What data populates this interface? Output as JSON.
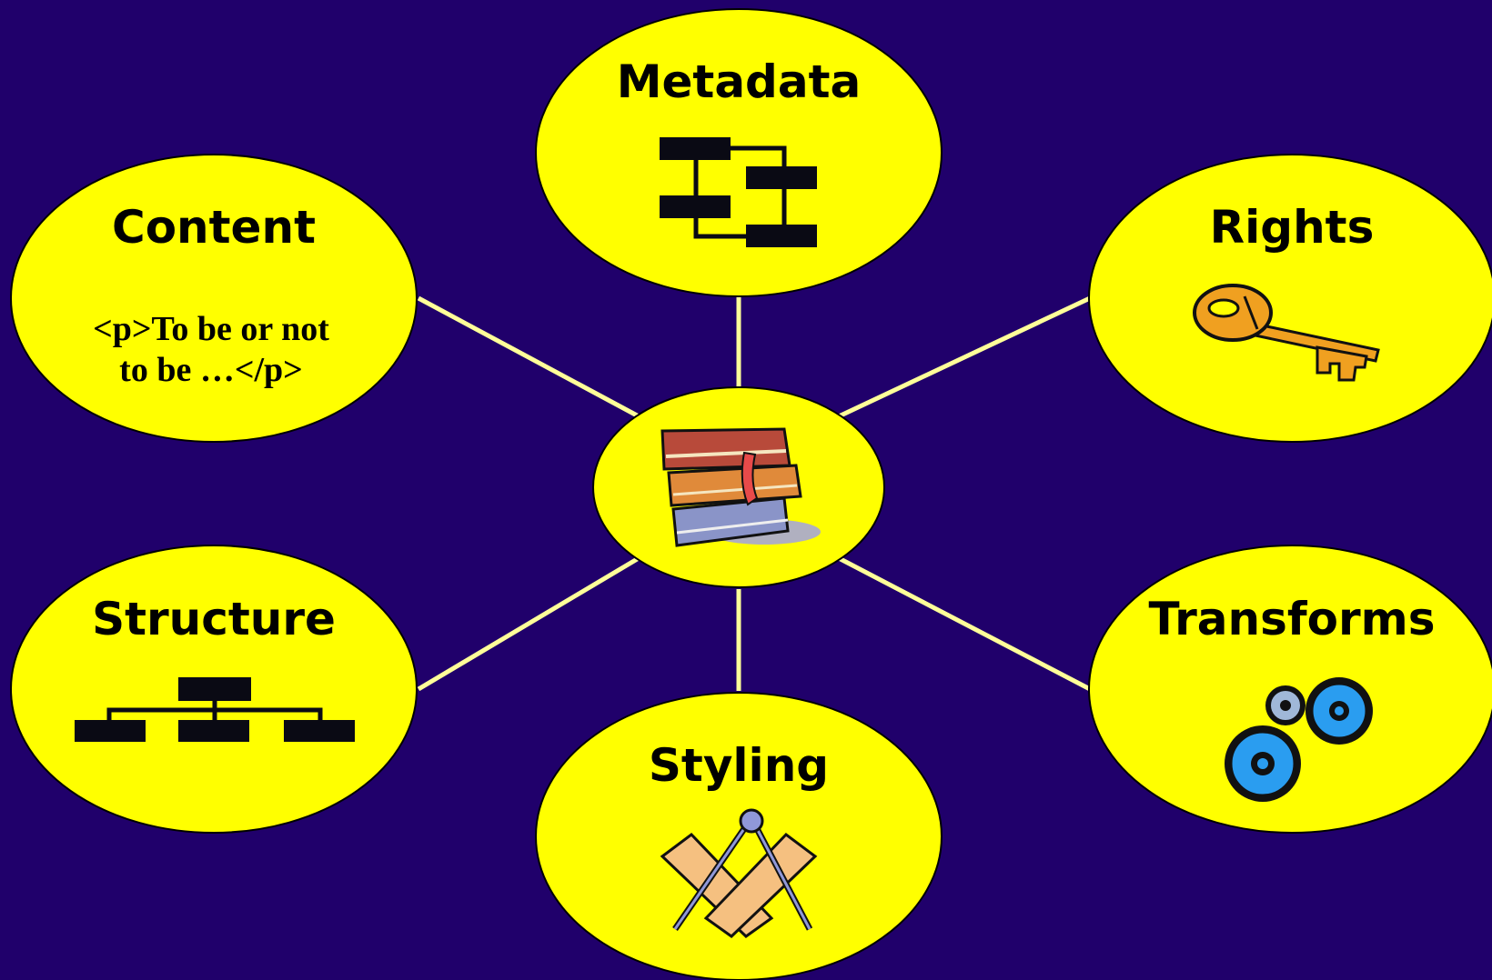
{
  "colors": {
    "background": "#20006b",
    "node_fill": "#ffff00",
    "connector": "#ffff99",
    "outline": "#000000"
  },
  "center": {
    "icon": "books-icon"
  },
  "nodes": {
    "metadata": {
      "title": "Metadata",
      "icon": "hierarchy-blocks-icon"
    },
    "content": {
      "title": "Content",
      "line1": "<p>To be or not",
      "line2": "to be …</p>"
    },
    "rights": {
      "title": "Rights",
      "icon": "key-icon"
    },
    "structure": {
      "title": "Structure",
      "icon": "org-chart-icon"
    },
    "transforms": {
      "title": "Transforms",
      "icon": "gears-icon"
    },
    "styling": {
      "title": "Styling",
      "icon": "compass-ruler-icon"
    }
  }
}
